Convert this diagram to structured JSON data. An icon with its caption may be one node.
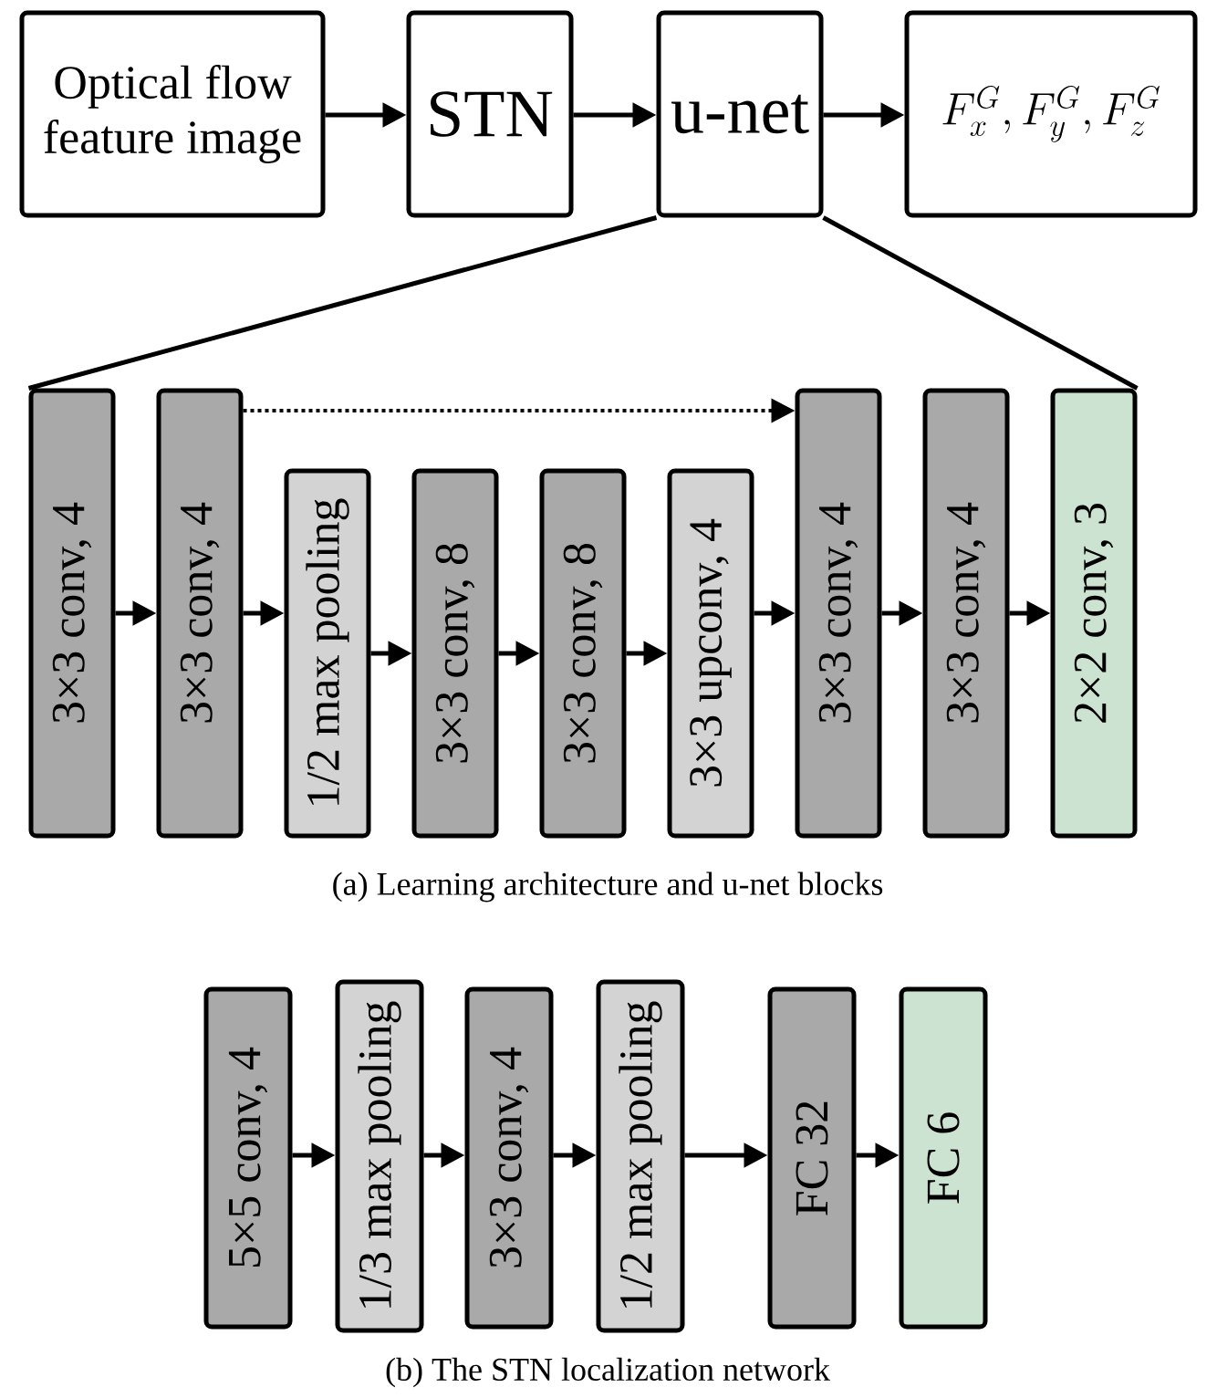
{
  "diagram": {
    "nodes": [
      {
        "text": [
          "Optical flow feature image"
        ]
      },
      {
        "text": [
          "STN"
        ]
      },
      {
        "text": [
          "u-net"
        ]
      },
      {
        "text": [
          "F_x^G, F_y^G, F_z^G"
        ]
      },
      {
        "text": [
          "3×3 conv, 4"
        ]
      },
      {
        "text": [
          "3×3 conv, 4"
        ]
      },
      {
        "text": [
          "1/2 max pooling"
        ]
      },
      {
        "text": [
          "3×3 conv, 8"
        ]
      },
      {
        "text": [
          "3×3 conv, 8"
        ]
      },
      {
        "text": [
          "3×3 upconv, 4"
        ]
      },
      {
        "text": [
          "3×3 conv, 4"
        ]
      },
      {
        "text": [
          "3×3 conv, 4"
        ]
      },
      {
        "text": [
          "2×2 conv, 3"
        ]
      },
      {
        "text": [
          "5×5 conv, 4"
        ]
      },
      {
        "text": [
          "1/3 max pooling"
        ]
      },
      {
        "text": [
          "3×3 conv, 4"
        ]
      },
      {
        "text": [
          "1/2 max pooling"
        ]
      },
      {
        "text": [
          "FC 32"
        ]
      },
      {
        "text": [
          "FC 6"
        ]
      }
    ],
    "edges": [
      {
        "from": 0,
        "to": 1,
        "arrow": "to"
      },
      {
        "from": 1,
        "to": 2,
        "arrow": "to"
      },
      {
        "from": 2,
        "to": 3,
        "arrow": "to"
      },
      {
        "from": 2,
        "to": 4,
        "arrow": "none"
      },
      {
        "from": 2,
        "to": 12,
        "arrow": "none"
      },
      {
        "from": 4,
        "to": 5,
        "arrow": "to"
      },
      {
        "from": 5,
        "to": 6,
        "arrow": "to"
      },
      {
        "from": 6,
        "to": 7,
        "arrow": "to"
      },
      {
        "from": 7,
        "to": 8,
        "arrow": "to"
      },
      {
        "from": 8,
        "to": 9,
        "arrow": "to"
      },
      {
        "from": 9,
        "to": 10,
        "arrow": "to"
      },
      {
        "from": 10,
        "to": 11,
        "arrow": "to"
      },
      {
        "from": 11,
        "to": 12,
        "arrow": "to"
      },
      {
        "from": 5,
        "to": 10,
        "arrow": "to",
        "style": "dashed"
      },
      {
        "from": 13,
        "to": 14,
        "arrow": "to"
      },
      {
        "from": 14,
        "to": 15,
        "arrow": "to"
      },
      {
        "from": 15,
        "to": 16,
        "arrow": "to"
      },
      {
        "from": 16,
        "to": 17,
        "arrow": "to"
      },
      {
        "from": 17,
        "to": 18,
        "arrow": "to"
      }
    ],
    "labels": [
      "(a) Learning architecture and u-net blocks",
      "(b) The STN localization network"
    ]
  }
}
